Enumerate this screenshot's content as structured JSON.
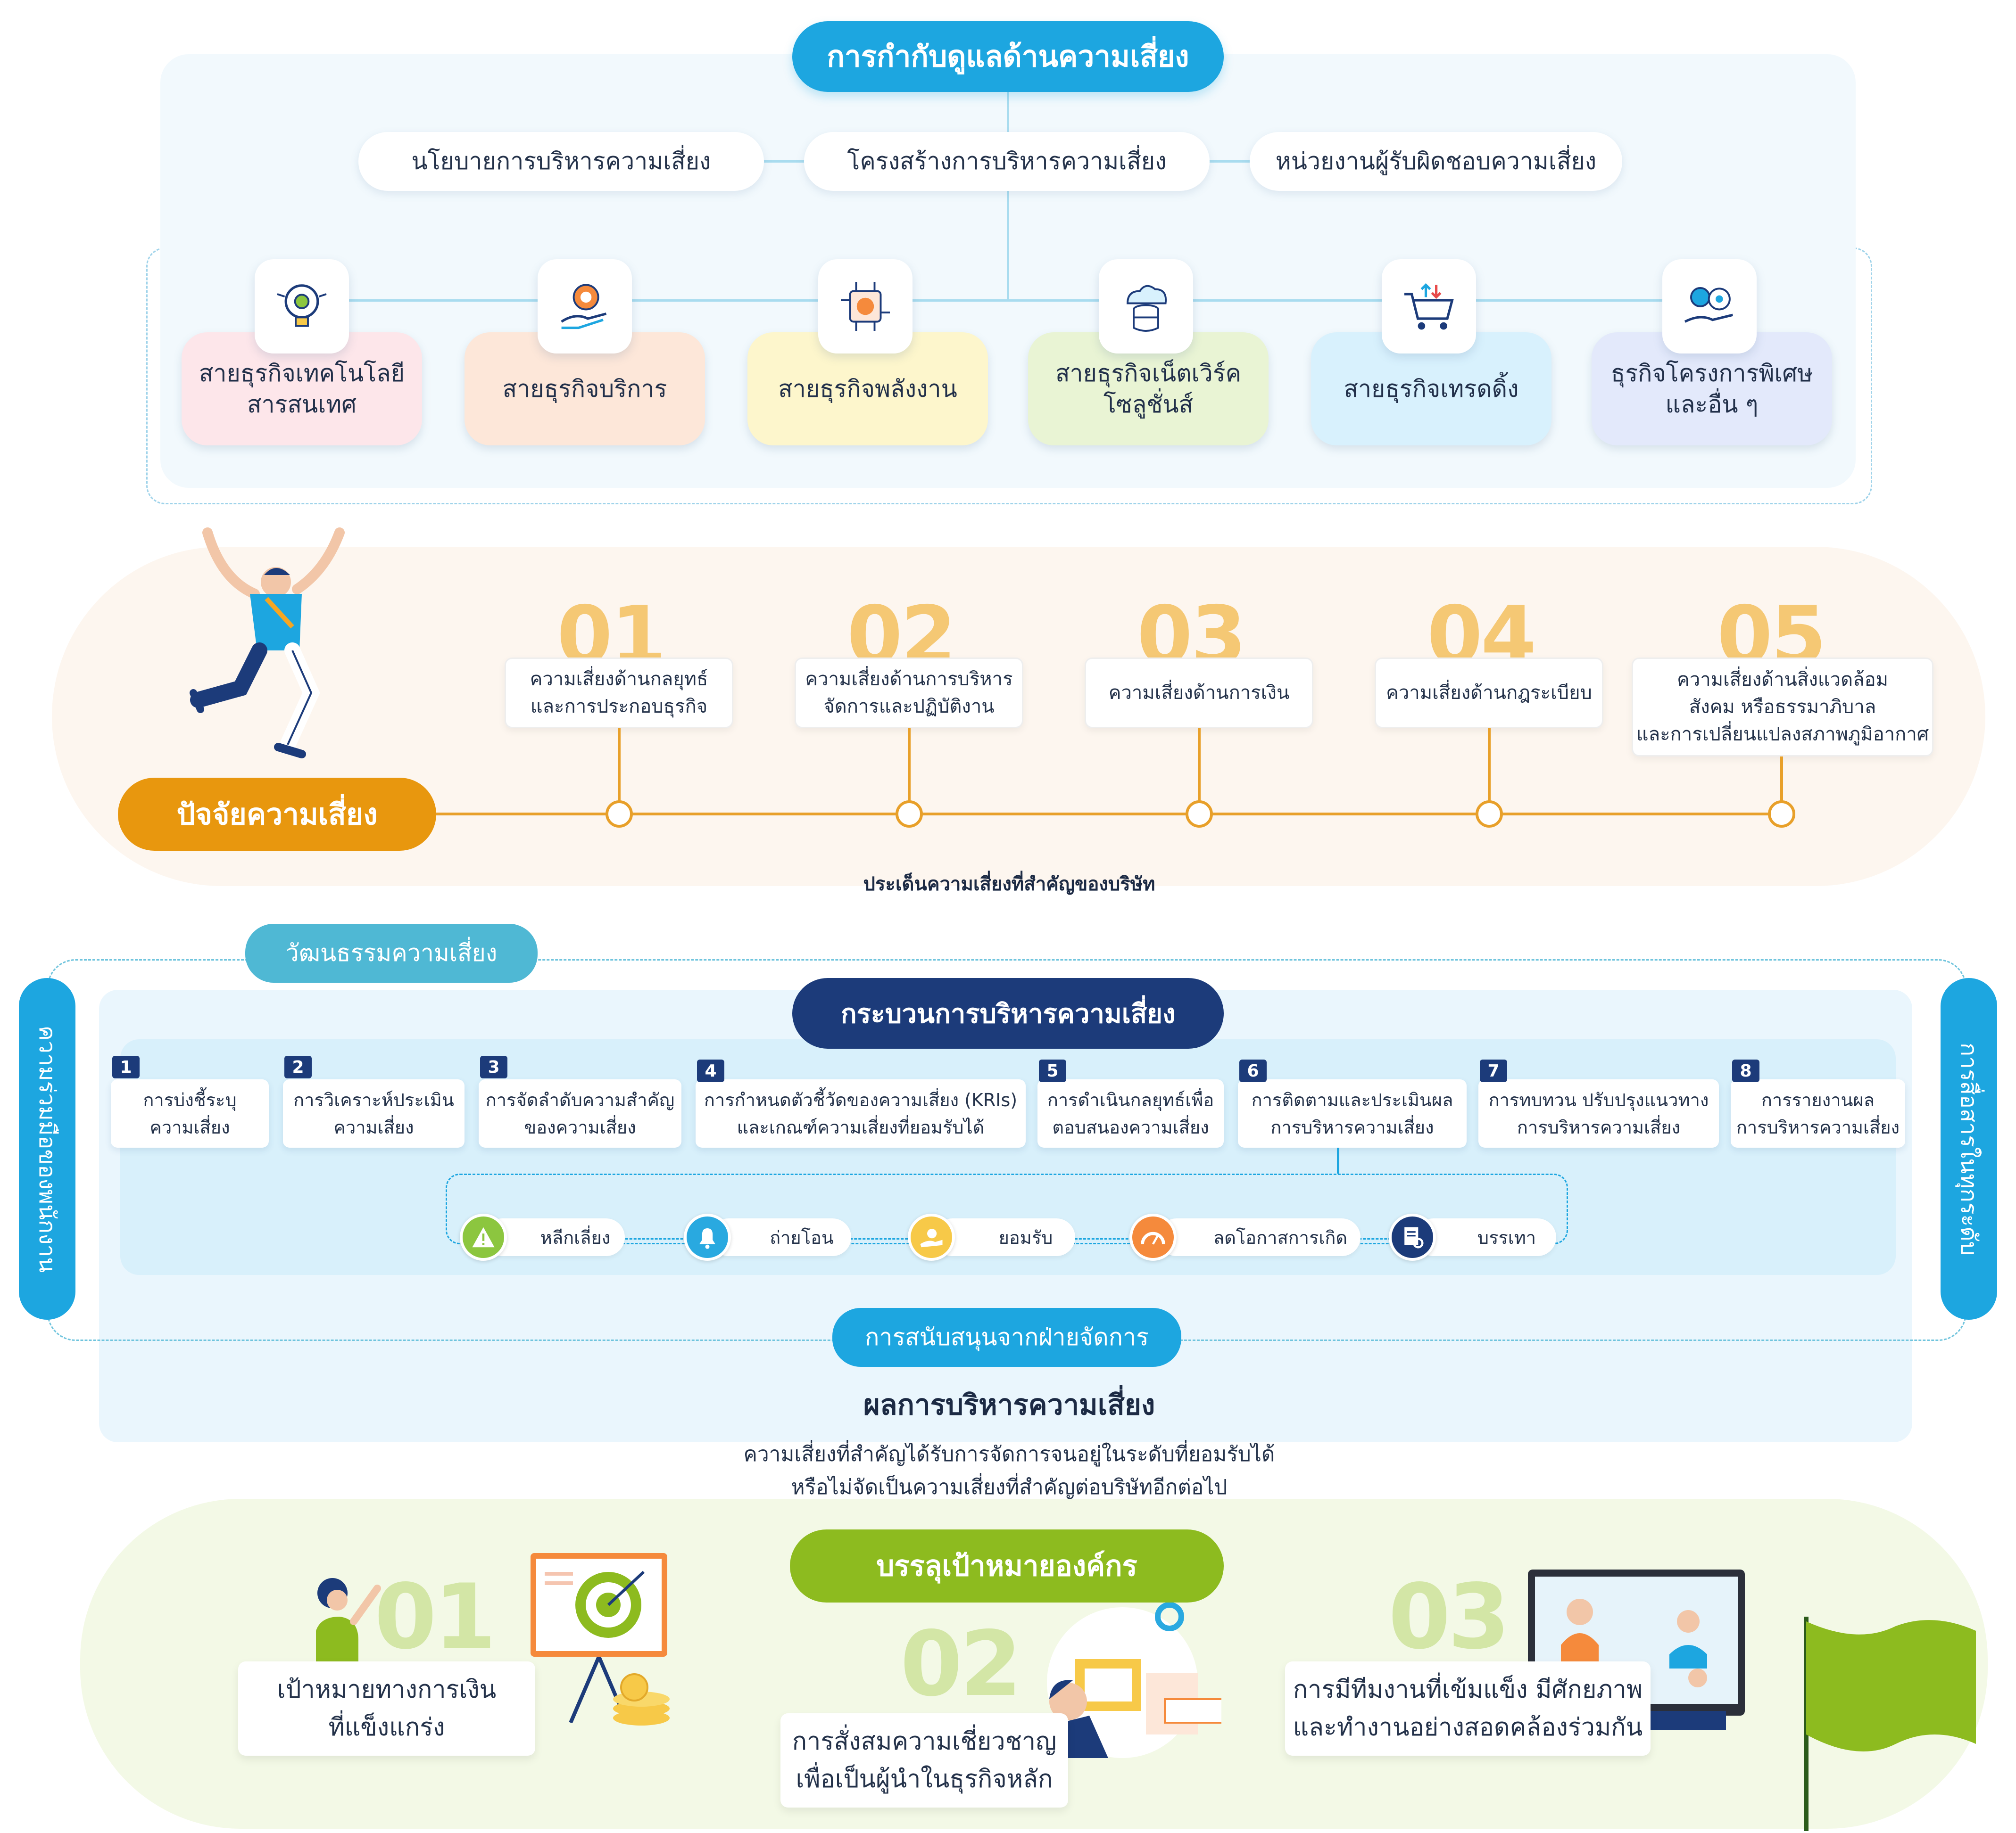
{
  "governance": {
    "title": "การกำกับดูแลด้านความเสี่ยง",
    "boxes": [
      "นโยบายการบริหารความเสี่ยง",
      "โครงสร้างการบริหารความเสี่ยง",
      "หน่วยงานผู้รับผิดชอบความเสี่ยง"
    ],
    "business_lines": [
      {
        "line1": "สายธุรกิจเทคโนโลยี",
        "line2": "สารสนเทศ",
        "color": "#fde6ea",
        "icon": "lightbulb-gear-icon"
      },
      {
        "line1": "สายธุรกิจบริการ",
        "line2": "",
        "color": "#fde7d9",
        "icon": "service-award-hand-icon"
      },
      {
        "line1": "สายธุรกิจพลังงาน",
        "line2": "",
        "color": "#fdf6cc",
        "icon": "energy-chip-icon"
      },
      {
        "line1": "สายธุรกิจเน็ตเวิร์ค",
        "line2": "โซลูชั่นส์",
        "color": "#e9f4d4",
        "icon": "cloud-database-icon"
      },
      {
        "line1": "สายธุรกิจเทรดดิ้ง",
        "line2": "",
        "color": "#d8f1fd",
        "icon": "shopping-cart-icon"
      },
      {
        "line1": "ธุรกิจโครงการพิเศษ",
        "line2": "และอื่น ๆ",
        "color": "#e3e9fb",
        "icon": "gears-hand-icon"
      }
    ]
  },
  "risk_factors": {
    "label": "ปัจจัยความเสี่ยง",
    "caption": "ประเด็นความเสี่ยงที่สำคัญของบริษัท",
    "items": [
      {
        "num": "01",
        "lines": [
          "ความเสี่ยงด้านกลยุทธ์",
          "และการประกอบธุรกิจ"
        ]
      },
      {
        "num": "02",
        "lines": [
          "ความเสี่ยงด้านการบริหาร",
          "จัดการและปฏิบัติงาน"
        ]
      },
      {
        "num": "03",
        "lines": [
          "ความเสี่ยงด้านการเงิน"
        ]
      },
      {
        "num": "04",
        "lines": [
          "ความเสี่ยงด้านกฎระเบียบ"
        ]
      },
      {
        "num": "05",
        "lines": [
          "ความเสี่ยงด้านสิ่งแวดล้อม",
          "สังคม หรือธรรมาภิบาล",
          "และการเปลี่ยนแปลงสภาพภูมิอากาศ"
        ]
      }
    ]
  },
  "process": {
    "culture": "วัฒนธรรมความเสี่ยง",
    "title": "กระบวนการบริหารความเสี่ยง",
    "left_side": "ความร่วมมือของพนักงาน",
    "right_side": "การสื่อสารในทุกระดับ",
    "support": "การสนับสนุนจากฝ่ายจัดการ",
    "steps": [
      {
        "num": "1",
        "lines": [
          "การบ่งชี้ระบุ",
          "ความเสี่ยง"
        ]
      },
      {
        "num": "2",
        "lines": [
          "การวิเคราะห์ประเมิน",
          "ความเสี่ยง"
        ]
      },
      {
        "num": "3",
        "lines": [
          "การจัดลำดับความสำคัญ",
          "ของความเสี่ยง"
        ]
      },
      {
        "num": "4",
        "lines": [
          "การกำหนดตัวชี้วัดของความเสี่ยง (KRIs)",
          "และเกณฑ์ความเสี่ยงที่ยอมรับได้"
        ]
      },
      {
        "num": "5",
        "lines": [
          "การดำเนินกลยุทธ์เพื่อ",
          "ตอบสนองความเสี่ยง"
        ]
      },
      {
        "num": "6",
        "lines": [
          "การติดตามและประเมินผล",
          "การบริหารความเสี่ยง"
        ]
      },
      {
        "num": "7",
        "lines": [
          "การทบทวน ปรับปรุงแนวทาง",
          "การบริหารความเสี่ยง"
        ]
      },
      {
        "num": "8",
        "lines": [
          "การรายงานผล",
          "การบริหารความเสี่ยง"
        ]
      }
    ],
    "responses": [
      {
        "label": "หลีกเลี่ยง",
        "color": "#8cc63f",
        "icon": "avoid-warning-icon"
      },
      {
        "label": "ถ่ายโอน",
        "color": "#29a9e0",
        "icon": "transfer-bell-icon"
      },
      {
        "label": "ยอมรับ",
        "color": "#f7c948",
        "icon": "accept-hand-icon"
      },
      {
        "label": "ลดโอกาสการเกิด",
        "color": "#f58a3c",
        "icon": "reduce-gauge-icon"
      },
      {
        "label": "บรรเทา",
        "color": "#1c3b7a",
        "icon": "mitigate-document-icon"
      }
    ],
    "result_title": "ผลการบริหารความเสี่ยง",
    "result_lines": [
      "ความเสี่ยงที่สำคัญได้รับการจัดการจนอยู่ในระดับที่ยอมรับได้",
      "หรือไม่จัดเป็นความเสี่ยงที่สำคัญต่อบริษัทอีกต่อไป"
    ]
  },
  "goals": {
    "title": "บรรลุเป้าหมายองค์กร",
    "items": [
      {
        "num": "01",
        "lines": [
          "เป้าหมายทางการเงิน",
          "ที่แข็งแกร่ง"
        ]
      },
      {
        "num": "02",
        "lines": [
          "การสั่งสมความเชี่ยวชาญ",
          "เพื่อเป็นผู้นำในธุรกิจหลัก"
        ]
      },
      {
        "num": "03",
        "lines": [
          "การมีทีมงานที่เข้มแข็ง มีศักยภาพ",
          "และทำงานอย่างสอดคล้องร่วมกัน"
        ]
      }
    ]
  },
  "colors": {
    "accent_blue": "#1da6e0",
    "navy": "#1c3b7a",
    "orange": "#e8970e",
    "green": "#8dbb1f"
  }
}
